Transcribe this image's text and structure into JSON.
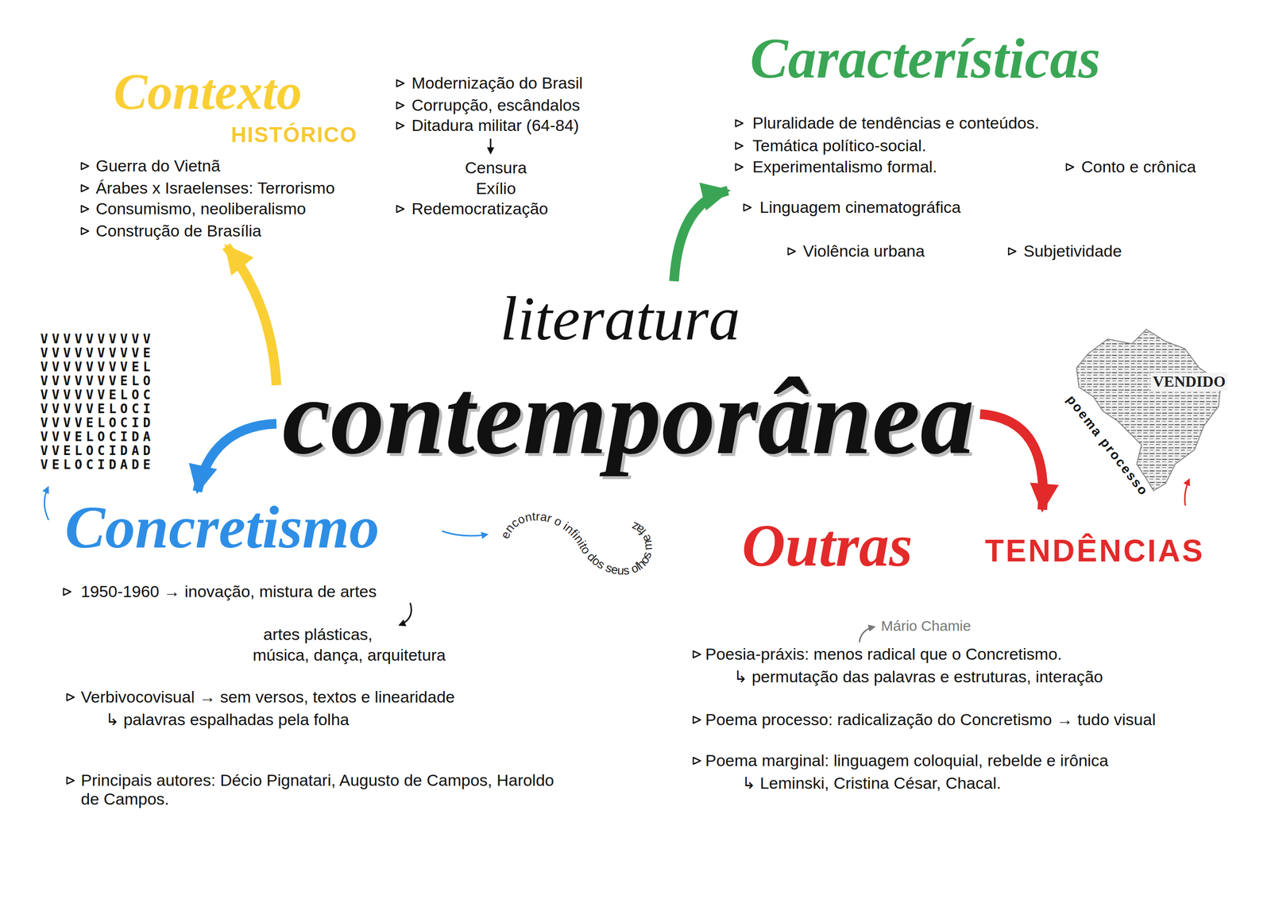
{
  "diagram": {
    "nodes": [
      {
        "text": [
          "Contexto",
          "HISTÓRICO",
          "Guerra do Vietnã",
          "Árabes x Israelenses: Terrorismo",
          "Consumismo, neoliberalismo",
          "Construção de Brasília",
          "Modernização do Brasil",
          "Corrupção, escândalos",
          "Ditadura militar (64-84)",
          "Censura",
          "Exílio",
          "Redemocratização"
        ]
      },
      {
        "text": [
          "Características",
          "Pluralidade de tendências e conteúdos.",
          "Temática político-social.",
          "Experimentalismo formal.",
          "Conto e crônica",
          "Linguagem cinematográfica",
          "Violência urbana",
          "Subjetividade"
        ]
      },
      {
        "text": [
          "literatura",
          "contemporânea"
        ]
      },
      {
        "text": [
          "Concretismo",
          "1950-1960 → inovação, mistura de artes",
          "artes plásticas,",
          "música, dança, arquitetura",
          "Verbivocovisual → sem versos, textos e linearidade",
          "↳ palavras espalhadas pela folha",
          "Principais autores: Décio Pignatari, Augusto de Campos, Haroldo de Campos."
        ]
      },
      {
        "text": [
          "Outras",
          "TENDÊNCIAS",
          "Mário Chamie",
          "Poesia-práxis: menos radical que o Concretismo.",
          "↳ permutação das palavras e estruturas, interação",
          "Poema processo: radicalização do Concretismo → tudo visual",
          "Poema marginal: linguagem coloquial, rebelde e irônica",
          "↳ Leminski, Cristina César, Chacal."
        ]
      }
    ],
    "edges": [
      {
        "from": 2,
        "to": 0,
        "arrow": "to"
      },
      {
        "from": 2,
        "to": 1,
        "arrow": "to"
      },
      {
        "from": 2,
        "to": 3,
        "arrow": "to"
      },
      {
        "from": 2,
        "to": 4,
        "arrow": "to"
      }
    ],
    "labels": [
      "VVVVVVVVVV",
      "VVVVVVVVVE",
      "VVVVVVVVEL",
      "VVVVVVVELO",
      "VVVVVVELOC",
      "VVVVVELOCI",
      "VVVVELOCID",
      "VVVELOCIDA",
      "VVELOCIDAD",
      "VELOCIDADE",
      "encontrar o infinito dos seus olhos me faz",
      "VENDIDO",
      "poema processo"
    ]
  }
}
